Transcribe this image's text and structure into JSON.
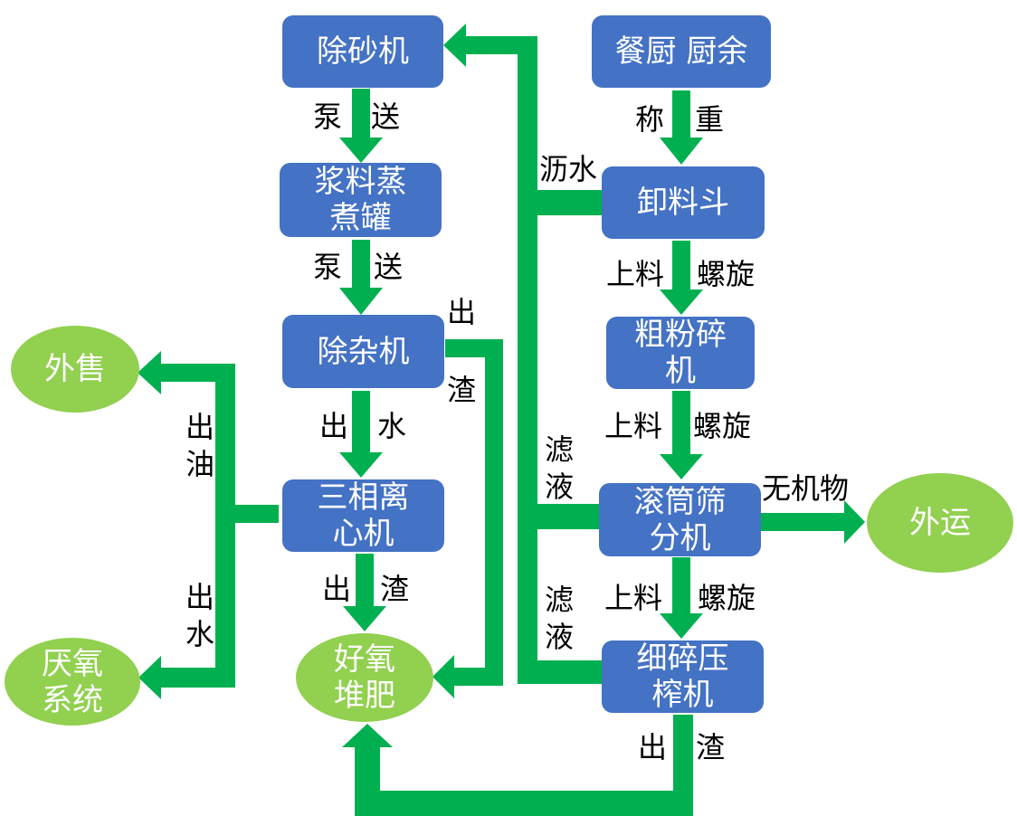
{
  "colors": {
    "box": "#4472c4",
    "ellipse": "#92d050",
    "arrow": "#00b050",
    "text": "#ffffff",
    "label": "#000000"
  },
  "nodes": {
    "desander": "除砂机",
    "food_waste": "餐厨 厨余",
    "slurry_tank_l1": "浆料蒸",
    "slurry_tank_l2": "煮罐",
    "unloading_hopper": "卸料斗",
    "impurity_remover": "除杂机",
    "coarse_crusher_l1": "粗粉碎",
    "coarse_crusher_l2": "机",
    "sale": "外售",
    "centrifuge_l1": "三相离",
    "centrifuge_l2": "心机",
    "drum_screen_l1": "滚筒筛",
    "drum_screen_l2": "分机",
    "transport": "外运",
    "anaerobic_l1": "厌氧",
    "anaerobic_l2": "系统",
    "compost_l1": "好氧",
    "compost_l2": "堆肥",
    "press_l1": "细碎压",
    "press_l2": "榨机"
  },
  "labels": {
    "pump1_a": "泵",
    "pump1_b": "送",
    "pump2_a": "泵",
    "pump2_b": "送",
    "weigh_a": "称",
    "weigh_b": "重",
    "drain_water": "沥水",
    "spiral1_a": "上料",
    "spiral1_b": "螺旋",
    "spiral2_a": "上料",
    "spiral2_b": "螺旋",
    "spiral3_a": "上料",
    "spiral3_b": "螺旋",
    "slag_out_top": "出",
    "slag_out_bottom": "渣",
    "water_out_a": "出",
    "water_out_b": "水",
    "oil_out_top": "出",
    "oil_out_bottom": "油",
    "water_out2_top": "出",
    "water_out2_bottom": "水",
    "slag_out2_a": "出",
    "slag_out2_b": "渣",
    "filtrate1_top": "滤",
    "filtrate1_bottom": "液",
    "filtrate2_top": "滤",
    "filtrate2_bottom": "液",
    "inorganic": "无机物",
    "slag_out3_a": "出",
    "slag_out3_b": "渣"
  }
}
